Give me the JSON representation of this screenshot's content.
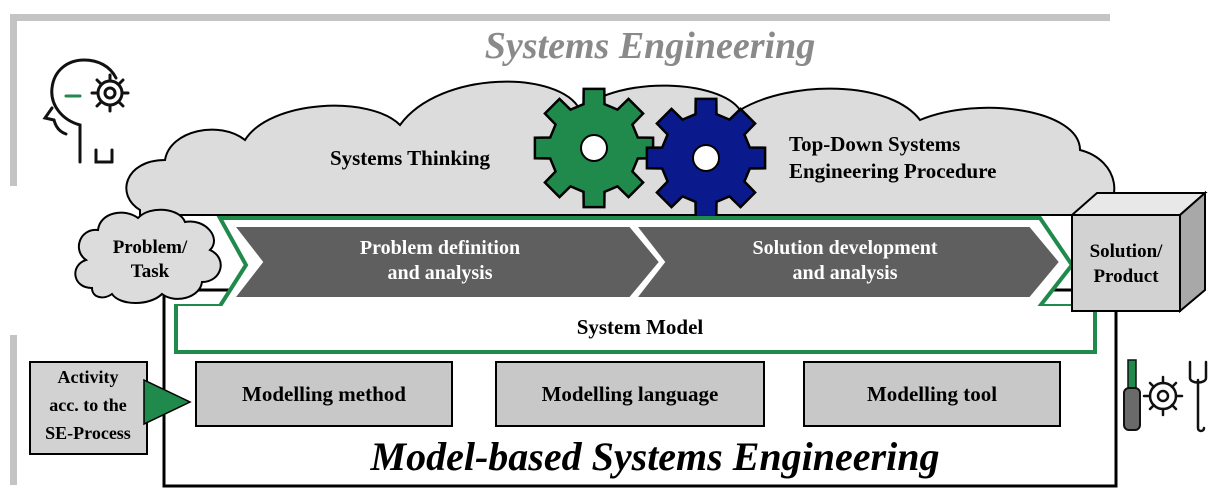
{
  "diagram": {
    "title_top": "Systems Engineering",
    "title_bottom": "Model-based Systems Engineering",
    "cloud": {
      "left_label": "Systems Thinking",
      "right_label_line1": "Top-Down Systems",
      "right_label_line2": "Engineering Procedure"
    },
    "problem": {
      "line1": "Problem/",
      "line2": "Task"
    },
    "arrows": [
      {
        "line1": "Problem definition",
        "line2": "and analysis"
      },
      {
        "line1": "Solution development",
        "line2": "and analysis"
      }
    ],
    "solution": {
      "line1": "Solution/",
      "line2": "Product"
    },
    "system_model": "System Model",
    "activity": {
      "line1": "Activity",
      "line2": "acc. to the",
      "line3": "SE-Process"
    },
    "boxes": [
      "Modelling method",
      "Modelling language",
      "Modelling tool"
    ],
    "colors": {
      "green": "#1f8a4c",
      "blue": "#0a1a8c",
      "arrow_gray": "#5f5f5f",
      "box_gray": "#c8c8c8",
      "cloud_gray": "#dcdcdc",
      "frame_gray": "#c4c4c4"
    },
    "icons": [
      "head-gear-icon",
      "green-gear-icon",
      "blue-gear-icon",
      "tools-gear-icon"
    ]
  }
}
